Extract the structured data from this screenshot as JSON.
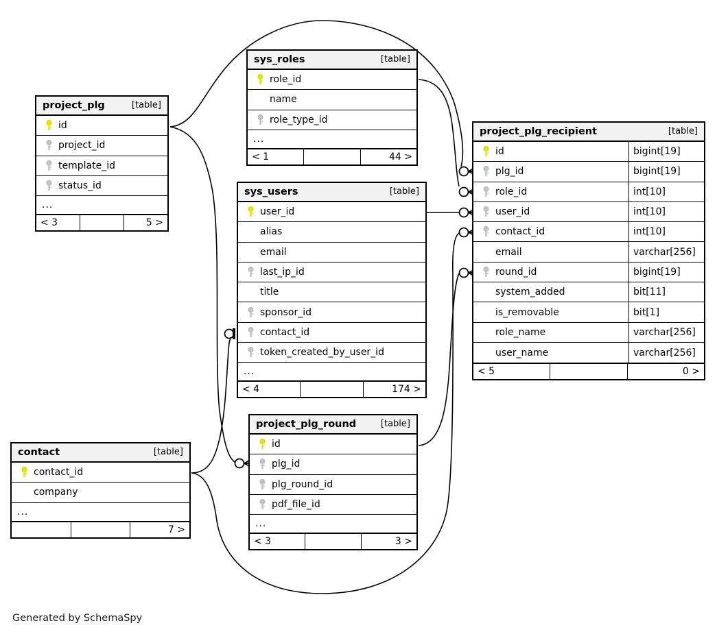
{
  "diagram": {
    "kind_label": "[table]",
    "ellipsis": "...",
    "credit": "Generated by SchemaSpy",
    "colors": {
      "primary_key": "#e7e700",
      "foreign_key": "#bbbbbb",
      "header_bg": "#f2f2f2",
      "border": "#000000",
      "background": "#ffffff"
    }
  },
  "tables": [
    {
      "id": "project_plg",
      "name": "project_plg",
      "kind": "[table]",
      "columns": [
        {
          "name": "id",
          "key": "primary",
          "type": ""
        },
        {
          "name": "project_id",
          "key": "foreign",
          "type": ""
        },
        {
          "name": "template_id",
          "key": "foreign",
          "type": ""
        },
        {
          "name": "status_id",
          "key": "foreign",
          "type": ""
        }
      ],
      "has_more": true,
      "footer": {
        "left": "< 3",
        "mid": "",
        "right": "5 >"
      }
    },
    {
      "id": "sys_roles",
      "name": "sys_roles",
      "kind": "[table]",
      "columns": [
        {
          "name": "role_id",
          "key": "primary",
          "type": ""
        },
        {
          "name": "name",
          "key": "none",
          "type": ""
        },
        {
          "name": "role_type_id",
          "key": "foreign",
          "type": ""
        }
      ],
      "has_more": true,
      "footer": {
        "left": "< 1",
        "mid": "",
        "right": "44 >"
      }
    },
    {
      "id": "sys_users",
      "name": "sys_users",
      "kind": "[table]",
      "columns": [
        {
          "name": "user_id",
          "key": "primary",
          "type": ""
        },
        {
          "name": "alias",
          "key": "none",
          "type": ""
        },
        {
          "name": "email",
          "key": "none",
          "type": ""
        },
        {
          "name": "last_ip_id",
          "key": "foreign",
          "type": ""
        },
        {
          "name": "title",
          "key": "none",
          "type": ""
        },
        {
          "name": "sponsor_id",
          "key": "foreign",
          "type": ""
        },
        {
          "name": "contact_id",
          "key": "foreign",
          "type": ""
        },
        {
          "name": "token_created_by_user_id",
          "key": "foreign",
          "type": ""
        }
      ],
      "has_more": true,
      "footer": {
        "left": "< 4",
        "mid": "",
        "right": "174 >"
      }
    },
    {
      "id": "project_plg_recipient",
      "name": "project_plg_recipient",
      "kind": "[table]",
      "columns": [
        {
          "name": "id",
          "key": "primary",
          "type": "bigint[19]"
        },
        {
          "name": "plg_id",
          "key": "foreign",
          "type": "bigint[19]"
        },
        {
          "name": "role_id",
          "key": "foreign",
          "type": "int[10]"
        },
        {
          "name": "user_id",
          "key": "foreign",
          "type": "int[10]"
        },
        {
          "name": "contact_id",
          "key": "foreign",
          "type": "int[10]"
        },
        {
          "name": "email",
          "key": "none",
          "type": "varchar[256]"
        },
        {
          "name": "round_id",
          "key": "foreign",
          "type": "bigint[19]"
        },
        {
          "name": "system_added",
          "key": "none",
          "type": "bit[11]"
        },
        {
          "name": "is_removable",
          "key": "none",
          "type": "bit[1]"
        },
        {
          "name": "role_name",
          "key": "none",
          "type": "varchar[256]"
        },
        {
          "name": "user_name",
          "key": "none",
          "type": "varchar[256]"
        }
      ],
      "has_more": false,
      "footer": {
        "left": "< 5",
        "mid": "",
        "right": "0 >"
      }
    },
    {
      "id": "project_plg_round",
      "name": "project_plg_round",
      "kind": "[table]",
      "columns": [
        {
          "name": "id",
          "key": "primary",
          "type": ""
        },
        {
          "name": "plg_id",
          "key": "foreign",
          "type": ""
        },
        {
          "name": "plg_round_id",
          "key": "foreign",
          "type": ""
        },
        {
          "name": "pdf_file_id",
          "key": "foreign",
          "type": ""
        }
      ],
      "has_more": true,
      "footer": {
        "left": "< 3",
        "mid": "",
        "right": "3 >"
      }
    },
    {
      "id": "contact",
      "name": "contact",
      "kind": "[table]",
      "columns": [
        {
          "name": "contact_id",
          "key": "primary",
          "type": ""
        },
        {
          "name": "company",
          "key": "none",
          "type": ""
        }
      ],
      "has_more": true,
      "footer": {
        "left": "",
        "mid": "",
        "right": "7 >"
      }
    }
  ]
}
